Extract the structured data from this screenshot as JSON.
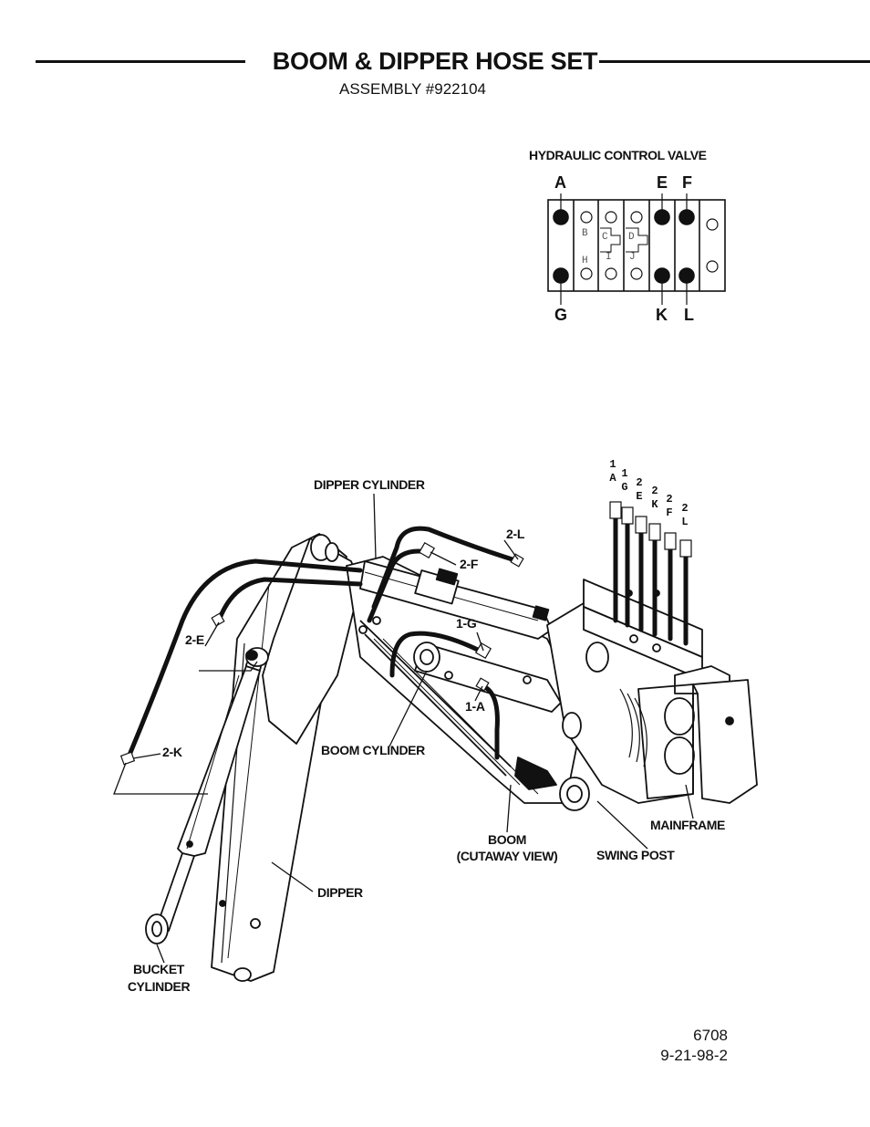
{
  "header": {
    "title": "BOOM & DIPPER HOSE SET",
    "subtitle": "ASSEMBLY #922104"
  },
  "valve": {
    "title": "HYDRAULIC CONTROL VALVE",
    "ports_top": [
      "A",
      "E",
      "F"
    ],
    "ports_bottom": [
      "G",
      "K",
      "L"
    ],
    "inner_labels": [
      "B",
      "H",
      "C",
      "D",
      "I",
      "J"
    ]
  },
  "hose_ends": [
    {
      "num": "1",
      "port": "A"
    },
    {
      "num": "1",
      "port": "G"
    },
    {
      "num": "2",
      "port": "E"
    },
    {
      "num": "2",
      "port": "K"
    },
    {
      "num": "2",
      "port": "F"
    },
    {
      "num": "2",
      "port": "L"
    }
  ],
  "callouts": {
    "c_2L": "2-L",
    "c_2F": "2-F",
    "c_1G": "1-G",
    "c_1A": "1-A",
    "c_2E": "2-E",
    "c_2K": "2-K"
  },
  "labels": {
    "dipper_cylinder": "DIPPER CYLINDER",
    "boom_cylinder": "BOOM CYLINDER",
    "boom_line1": "BOOM",
    "boom_line2": "(CUTAWAY VIEW)",
    "swing_post": "SWING POST",
    "mainframe": "MAINFRAME",
    "dipper": "DIPPER",
    "bucket_line1": "BUCKET",
    "bucket_line2": "CYLINDER"
  },
  "footer": {
    "drawing_number": "6708",
    "date_code": "9-21-98-2"
  }
}
